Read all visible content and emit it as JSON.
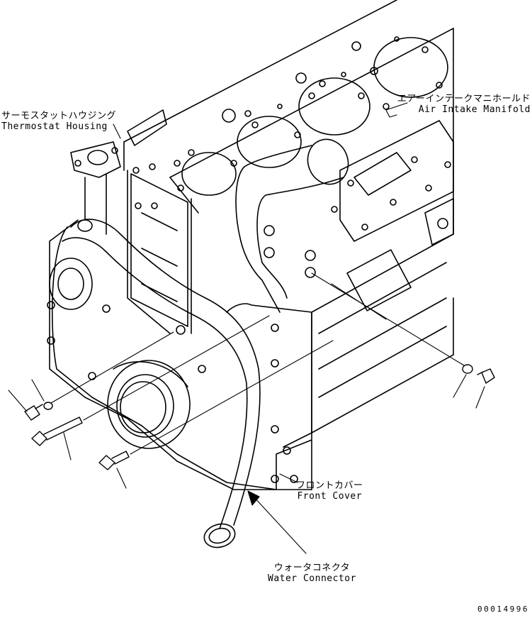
{
  "labels": {
    "thermostat_housing": {
      "jp": "サーモスタットハウジング",
      "en": "Thermostat Housing"
    },
    "air_intake_manifold": {
      "jp": "エアーインテークマニホールド",
      "en": "Air Intake Manifold"
    },
    "front_cover": {
      "jp": "フロントカバー",
      "en": "Front Cover"
    },
    "water_connector": {
      "jp": "ウォータコネクタ",
      "en": "Water Connector"
    }
  },
  "document_number": "00014996"
}
